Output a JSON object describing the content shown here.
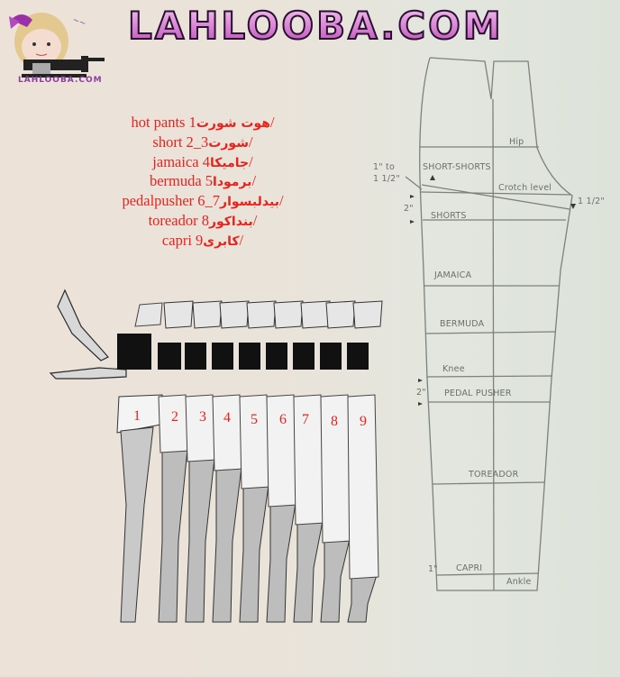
{
  "header": {
    "site_title": "LAHLOOBA.COM",
    "logo_caption": "LAHLOOBA.COM",
    "brand_color": "#d77fd2"
  },
  "legend": {
    "color": "#e8231e",
    "items": [
      {
        "num": "1/",
        "arabic": "هوت شورت",
        "english": "hot pants"
      },
      {
        "num": "2_3/",
        "arabic": "شورت",
        "english": "short",
        "num_display": "3_2/"
      },
      {
        "num": "4/",
        "arabic": "جاميكا",
        "english": "jamaica"
      },
      {
        "num": "5/",
        "arabic": "برمودا",
        "english": "bermuda"
      },
      {
        "num": "6_7/",
        "arabic": "بيدلبسوار",
        "english": "pedalpusher",
        "num_display": "7_6/"
      },
      {
        "num": "8/",
        "arabic": "بنداكور",
        "english": "toreador"
      },
      {
        "num": "9/",
        "arabic": "كابرى",
        "english": "capri"
      }
    ]
  },
  "figures": {
    "count": 9,
    "numbers": [
      "1",
      "2",
      "3",
      "4",
      "5",
      "6",
      "7",
      "8",
      "9"
    ]
  },
  "pattern": {
    "labels": {
      "hip": "Hip",
      "short_shorts": "SHORT-SHORTS",
      "crotch_level": "Crotch level",
      "shorts": "SHORTS",
      "jamaica": "JAMAICA",
      "bermuda": "BERMUDA",
      "knee": "Knee",
      "pedal_pusher": "PEDAL PUSHER",
      "toreador": "TOREADOR",
      "capri": "CAPRI",
      "ankle": "Ankle"
    },
    "measurements": {
      "left_top_line1": "1\" to",
      "left_top_line2": "1 1/2\"",
      "right_side": "1 1/2\"",
      "shorts_gap": "2\"",
      "pedal_gap": "2\"",
      "capri_gap": "1\""
    }
  }
}
